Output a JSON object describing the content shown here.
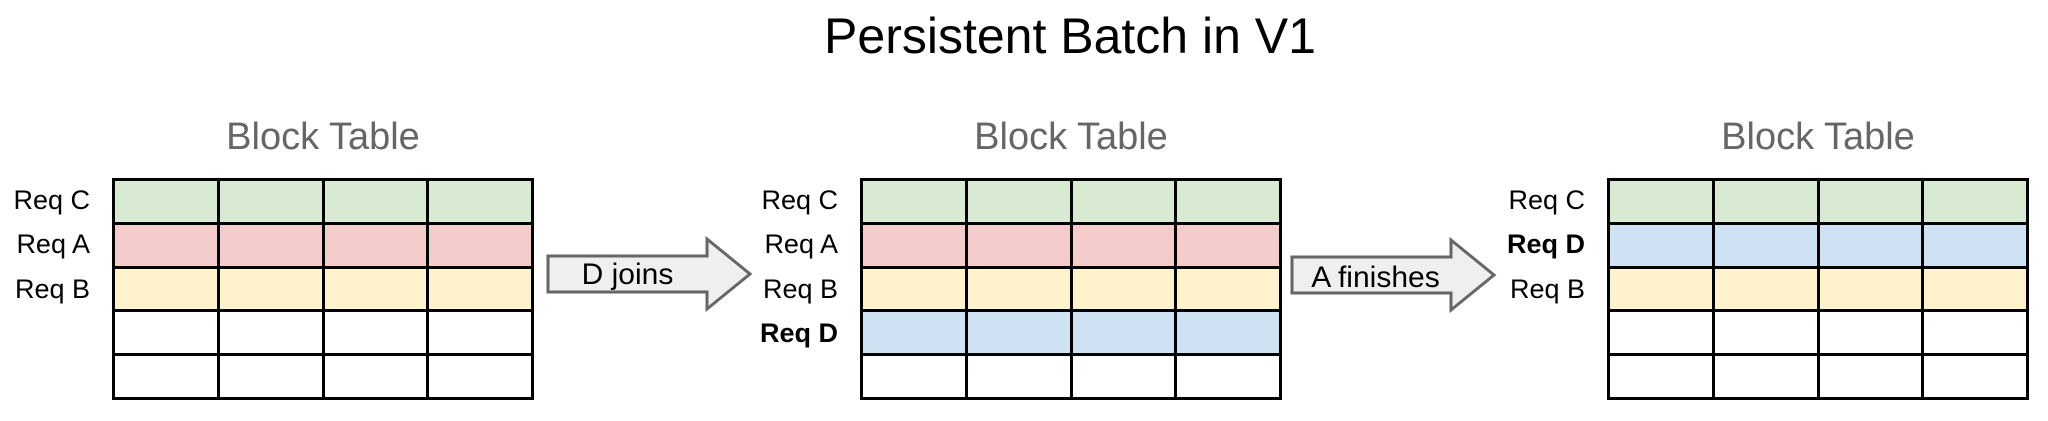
{
  "page_title": "Persistent Batch in V1",
  "palette": {
    "green": "#d9ead3",
    "red": "#f4cccc",
    "yellow": "#fff2cc",
    "blue": "#cfe2f3",
    "empty": "#ffffff",
    "grid_border": "#000000",
    "table_title_color": "#666666",
    "arrow_fill": "#efefef",
    "arrow_border": "#666666"
  },
  "tables": [
    {
      "title": "Block Table",
      "columns": 4,
      "rows": [
        {
          "label": "Req C",
          "bold": false,
          "color": "green"
        },
        {
          "label": "Req A",
          "bold": false,
          "color": "red"
        },
        {
          "label": "Req B",
          "bold": false,
          "color": "yellow"
        },
        {
          "label": "",
          "bold": false,
          "color": "empty"
        },
        {
          "label": "",
          "bold": false,
          "color": "empty"
        }
      ]
    },
    {
      "title": "Block Table",
      "columns": 4,
      "rows": [
        {
          "label": "Req C",
          "bold": false,
          "color": "green"
        },
        {
          "label": "Req A",
          "bold": false,
          "color": "red"
        },
        {
          "label": "Req B",
          "bold": false,
          "color": "yellow"
        },
        {
          "label": "Req D",
          "bold": true,
          "color": "blue"
        },
        {
          "label": "",
          "bold": false,
          "color": "empty"
        }
      ]
    },
    {
      "title": "Block Table",
      "columns": 4,
      "rows": [
        {
          "label": "Req C",
          "bold": false,
          "color": "green"
        },
        {
          "label": "Req D",
          "bold": true,
          "color": "blue"
        },
        {
          "label": "Req B",
          "bold": false,
          "color": "yellow"
        },
        {
          "label": "",
          "bold": false,
          "color": "empty"
        },
        {
          "label": "",
          "bold": false,
          "color": "empty"
        }
      ]
    }
  ],
  "arrows": [
    {
      "label": "D joins"
    },
    {
      "label": "A finishes"
    }
  ]
}
